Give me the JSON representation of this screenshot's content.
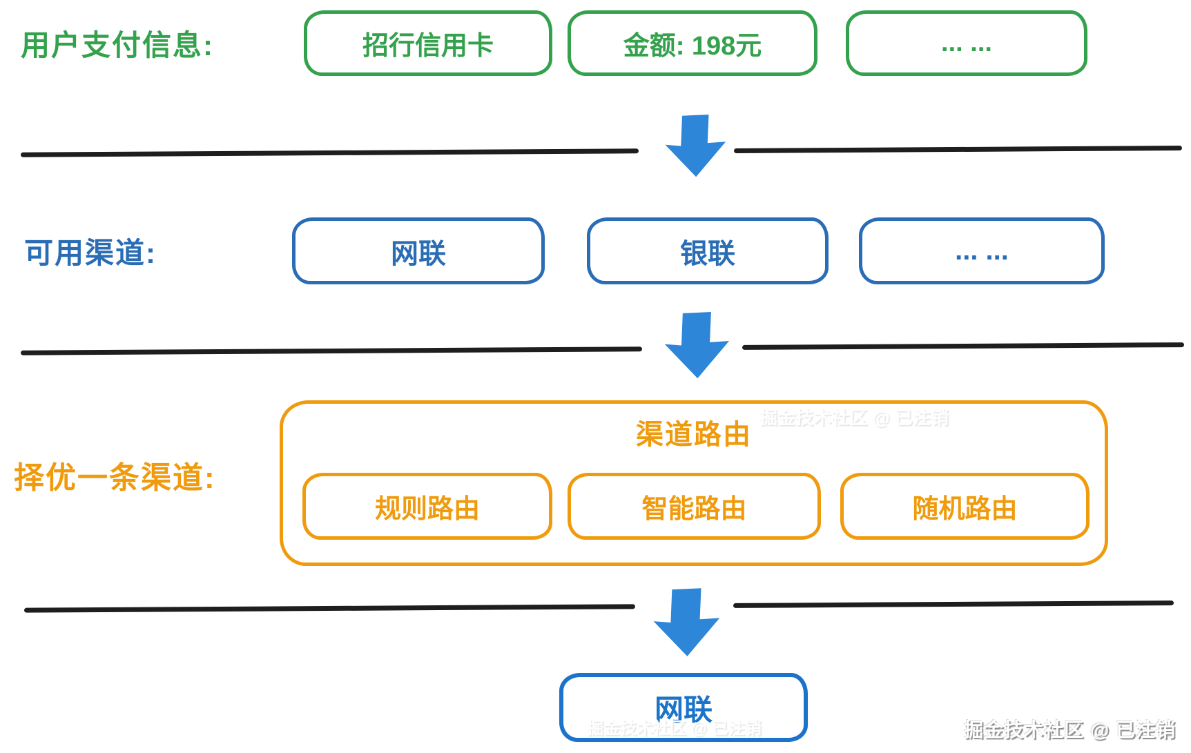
{
  "colors": {
    "green": "#34a14c",
    "blue": "#2a6db5",
    "arrow_blue": "#2e86d8",
    "orange": "#ef9b0d",
    "result_blue": "#1b74c9",
    "separator_black": "#1e1e1e"
  },
  "rows": {
    "payment_info": {
      "label": "用户支付信息:",
      "boxes": [
        "招行信用卡",
        "金额: 198元",
        "... ..."
      ]
    },
    "channels": {
      "label": "可用渠道:",
      "boxes": [
        "网联",
        "银联",
        "... ..."
      ]
    },
    "routing": {
      "label": "择优一条渠道:",
      "group_title": "渠道路由",
      "boxes": [
        "规则路由",
        "智能路由",
        "随机路由"
      ]
    },
    "result": {
      "box_label": "网联"
    }
  },
  "watermark": {
    "text": "掘金技术社区 @ 已注销"
  }
}
